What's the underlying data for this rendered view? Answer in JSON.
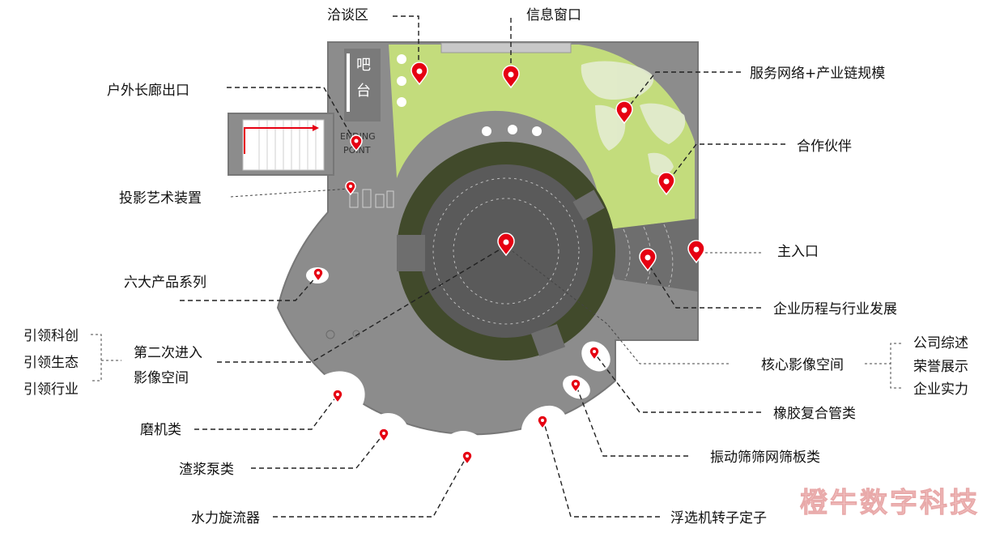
{
  "labels": {
    "negotiation_area": "洽谈区",
    "info_window": "信息窗口",
    "outdoor_exit": "户外长廊出口",
    "service_network": "服务网络+产业链规模",
    "partners": "合作伙伴",
    "projection_art": "投影艺术装置",
    "main_entrance": "主入口",
    "six_products": "六大产品系列",
    "enterprise_history": "企业历程与行业发展",
    "second_entry_line1": "第二次进入",
    "second_entry_line2": "影像空间",
    "core_image_space": "核心影像空间",
    "rubber_pipes": "橡胶复合管类",
    "mills": "磨机类",
    "screens": "振动筛筛网筛板类",
    "slurry_pumps": "渣浆泵类",
    "hydrocyclones": "水力旋流器",
    "flotation": "浮选机转子定子"
  },
  "left_group": [
    "引领科创",
    "引领生态",
    "引领行业"
  ],
  "right_group": [
    "公司综述",
    "荣誉展示",
    "企业实力"
  ],
  "bar_chars": [
    "吧",
    "台"
  ],
  "ending_point": [
    "ENDING",
    "POINT"
  ],
  "brand": "橙牛数字科技",
  "colors": {
    "floor_gray": "#8c8c8c",
    "wall_gray": "#6e6e6e",
    "green_zone": "#c3dc7c",
    "dark_ring": "#414a2b",
    "inner_circle": "#5a5a5a",
    "marker_red": "#e60012",
    "brand_pink": "#f4c7c7"
  }
}
